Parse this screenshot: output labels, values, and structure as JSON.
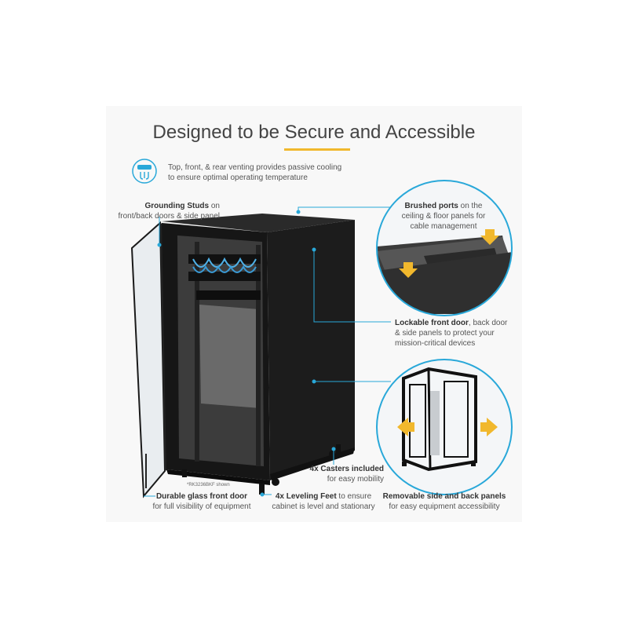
{
  "heading": "Designed to be Secure and Accessible",
  "venting": {
    "line1": "Top, front, & rear venting provides passive cooling",
    "line2": "to ensure optimal operating temperature",
    "icon": "fan-vent-icon"
  },
  "grounding": {
    "bold": "Grounding Studs",
    "rest1": " on",
    "line2": "front/back doors & side panel"
  },
  "brushed": {
    "bold": "Brushed ports",
    "rest1": " on the",
    "line2": "ceiling & floor panels for",
    "line3": "cable management"
  },
  "lockable": {
    "bold": "Lockable front door",
    "rest1": ", back door",
    "line2": "& side panels to protect your",
    "line3": "mission-critical devices"
  },
  "casters": {
    "bold": "4x Casters included",
    "line2": "for easy mobility"
  },
  "glass": {
    "bold": "Durable glass front door",
    "line2": "for full visibility of equipment"
  },
  "leveling": {
    "bold": "4x Leveling Feet",
    "rest1": " to ensure",
    "line2": "cabinet is level and stationary"
  },
  "removable": {
    "bold": "Removable side and back panels",
    "line2": "for easy equipment accessibility"
  },
  "model_note": "*RK3236BKF shown",
  "colors": {
    "accent": "#29a8d9",
    "arrow": "#f1b82d",
    "cabinet": "#1c1c1c"
  }
}
